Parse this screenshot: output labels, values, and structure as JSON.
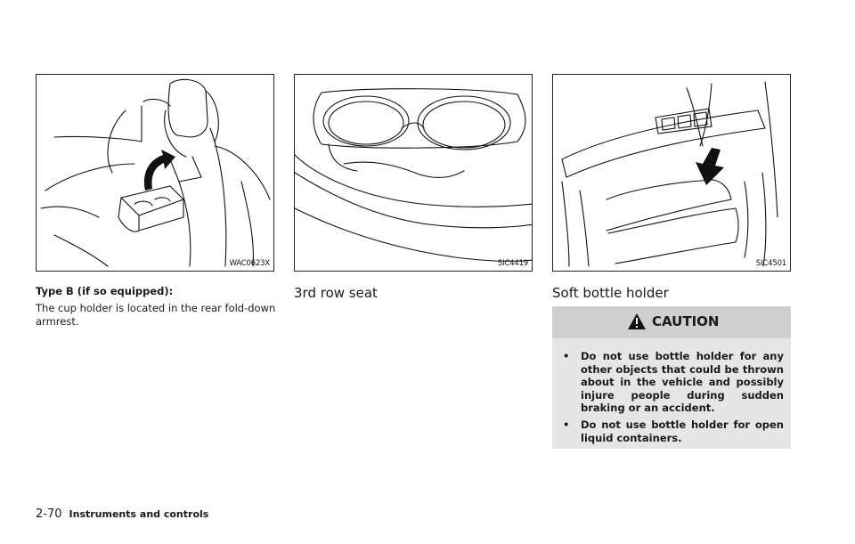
{
  "figures": [
    {
      "code": "WAC0623X"
    },
    {
      "code": "SIC4419"
    },
    {
      "code": "SIC4501"
    }
  ],
  "left_col": {
    "subheading": "Type B (if so equipped):",
    "body": "The cup holder is located in the rear fold-down armrest."
  },
  "mid_col": {
    "heading": "3rd row seat"
  },
  "right_col": {
    "heading": "Soft bottle holder",
    "caution": {
      "title": "CAUTION",
      "items": [
        "Do not use bottle holder for any other objects that could be thrown about in the vehicle and possibly injure people during sudden braking or an accident.",
        "Do not use bottle holder for open liquid containers."
      ]
    }
  },
  "footer": {
    "page": "2-70",
    "section": "Instruments and controls"
  }
}
